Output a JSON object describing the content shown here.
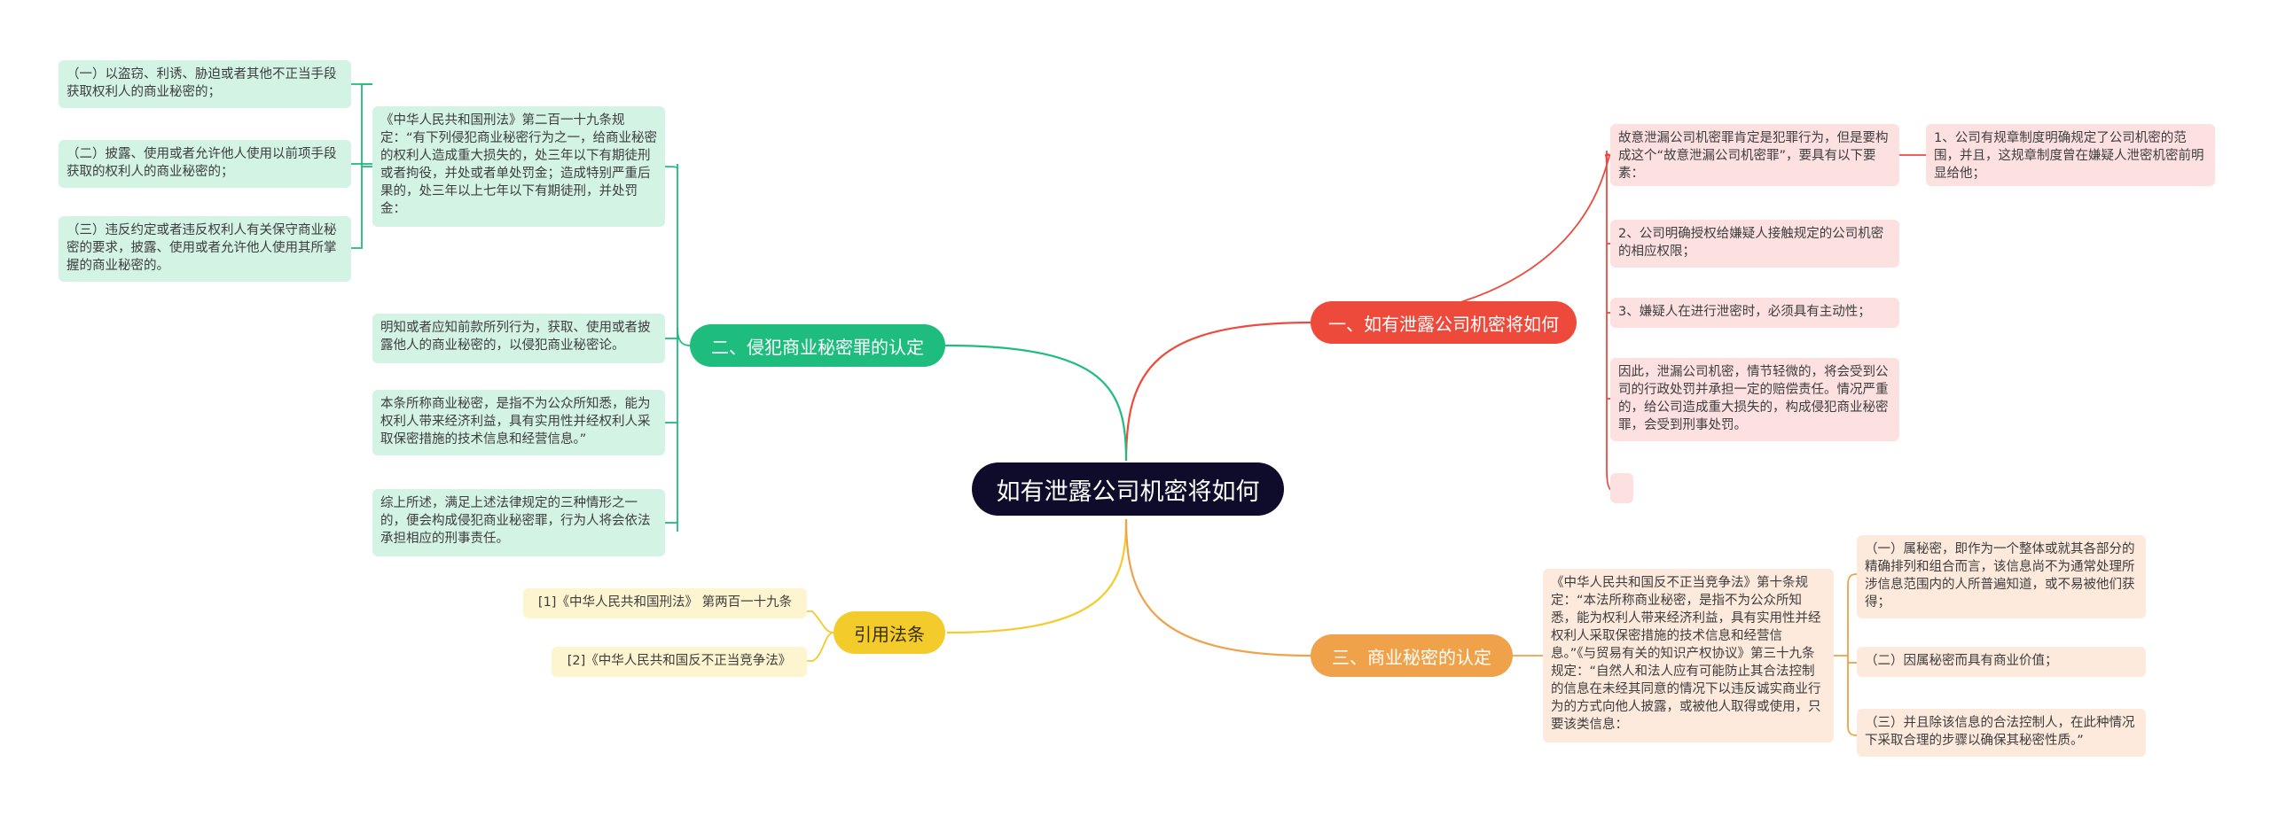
{
  "root": {
    "title": "如有泄露公司机密将如何"
  },
  "branches": {
    "red": {
      "label": "一、如有泄露公司机密将如何",
      "items": [
        "故意泄漏公司机密罪肯定是犯罪行为，但是要构成这个“故意泄漏公司机密罪”，要具有以下要素：",
        "2、公司明确授权给嫌疑人接触规定的公司机密的相应权限；",
        "3、嫌疑人在进行泄密时，必须具有主动性；",
        "因此，泄漏公司机密，情节轻微的，将会受到公司的行政处罚并承担一定的赔偿责任。情况严重的，给公司造成重大损失的，构成侵犯商业秘密罪，会受到刑事处罚。",
        ""
      ],
      "sub": "1、公司有规章制度明确规定了公司机密的范围，并且，这规章制度曾在嫌疑人泄密机密前明显给他；"
    },
    "green": {
      "label": "二、侵犯商业秘密罪的认定",
      "items": [
        "《中华人民共和国刑法》第二百一十九条规定：“有下列侵犯商业秘密行为之一，给商业秘密的权利人造成重大损失的，处三年以下有期徒刑或者拘役，并处或者单处罚金；造成特别严重后果的，处三年以上七年以下有期徒刑，并处罚金：",
        "明知或者应知前款所列行为，获取、使用或者披露他人的商业秘密的，以侵犯商业秘密论。",
        "本条所称商业秘密，是指不为公众所知悉，能为权利人带来经济利益，具有实用性并经权利人采取保密措施的技术信息和经营信息。”",
        "综上所述，满足上述法律规定的三种情形之一的，便会构成侵犯商业秘密罪，行为人将会依法承担相应的刑事责任。"
      ],
      "sub": [
        "（一）以盗窃、利诱、胁迫或者其他不正当手段获取权利人的商业秘密的；",
        "（二）披露、使用或者允许他人使用以前项手段获取的权利人的商业秘密的；",
        "（三）违反约定或者违反权利人有关保守商业秘密的要求，披露、使用或者允许他人使用其所掌握的商业秘密的。"
      ]
    },
    "yellow": {
      "label": "引用法条",
      "items": [
        "[1]《中华人民共和国刑法》 第两百一十九条",
        "[2]《中华人民共和国反不正当竞争法》"
      ]
    },
    "orange": {
      "label": "三、商业秘密的认定",
      "items": [
        "《中华人民共和国反不正当竞争法》第十条规定：“本法所称商业秘密，是指不为公众所知悉，能为权利人带来经济利益，具有实用性并经权利人采取保密措施的技术信息和经营信息。”《与贸易有关的知识产权协议》第三十九条规定：“自然人和法人应有可能防止其合法控制的信息在未经其同意的情况下以违反诚实商业行为的方式向他人披露，或被他人取得或使用，只要该类信息："
      ],
      "sub": [
        "（一）属秘密，即作为一个整体或就其各部分的精确排列和组合而言，该信息尚不为通常处理所涉信息范围内的人所普遍知道，或不易被他们获得；",
        "（二）因属秘密而具有商业价值；",
        "（三）并且除该信息的合法控制人，在此种情况下采取合理的步骤以确保其秘密性质。”"
      ]
    }
  },
  "colors": {
    "root": "#0e0b2b",
    "red": "#ee4a3c",
    "green": "#1ebc7d",
    "yellow": "#f3cb2a",
    "orange": "#f0a24a"
  }
}
